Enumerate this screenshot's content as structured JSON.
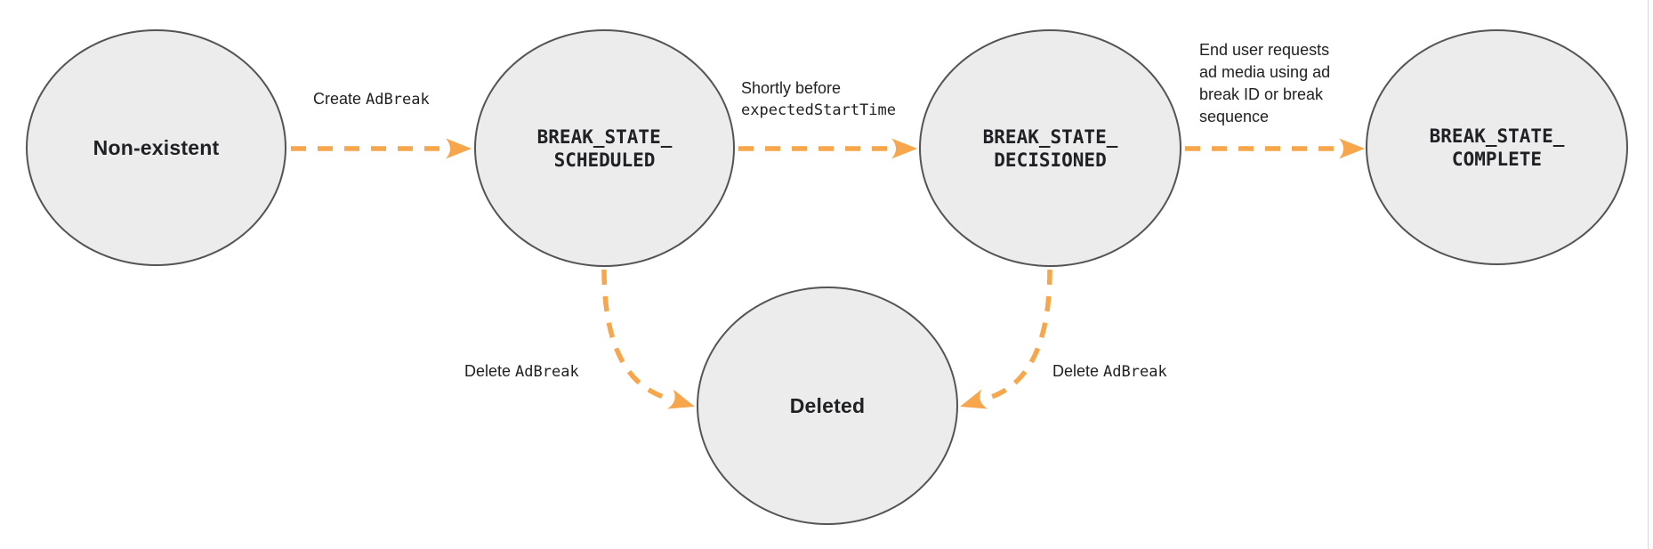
{
  "diagram": {
    "type": "state-diagram",
    "colors": {
      "arrow": "#F7A64C",
      "node_fill": "#ECECEC",
      "node_stroke": "#545454",
      "text": "#202124"
    },
    "nodes": {
      "non_existent": {
        "label": "Non-existent"
      },
      "scheduled": {
        "line1": "BREAK_STATE_",
        "line2": "SCHEDULED"
      },
      "decisioned": {
        "line1": "BREAK_STATE_",
        "line2": "DECISIONED"
      },
      "complete": {
        "line1": "BREAK_STATE_",
        "line2": "COMPLETE"
      },
      "deleted": {
        "label": "Deleted"
      }
    },
    "edges": {
      "create": {
        "plain": "Create ",
        "code": "AdBreak"
      },
      "shortly": {
        "line1": "Shortly before",
        "code_line2": "expectedStartTime"
      },
      "end_user": {
        "line1": "End user requests",
        "line2": "ad media using ad",
        "line3": "break ID or break",
        "line4": "sequence"
      },
      "delete_left": {
        "plain": "Delete ",
        "code": "AdBreak"
      },
      "delete_right": {
        "plain": "Delete ",
        "code": "AdBreak"
      }
    }
  }
}
